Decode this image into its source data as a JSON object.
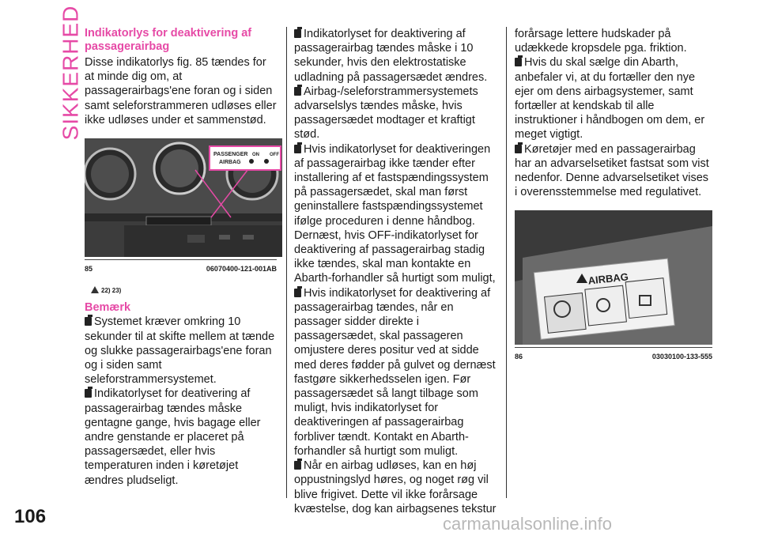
{
  "side_label": "SIKKERHED",
  "page_number": "106",
  "col1": {
    "heading": "Indikatorlys for deaktivering af passagerairbag",
    "intro": "Disse indikatorlys fig. 85 tændes for at minde dig om, at passagerairbags'ene foran og i siden samt seleforstrammeren udløses eller ikke udløses under et sammenstød.",
    "figure": {
      "number": "85",
      "code": "06070400-121-001AB",
      "label_passenger": "PASSENGER",
      "label_airbag": "AIRBAG",
      "label_on": "ON",
      "label_off": "OFF"
    },
    "refs": "22) 23)",
    "note_heading": "Bemærk",
    "notes": [
      "Systemet kræver omkring 10 sekunder til at skifte mellem at tænde og slukke passagerairbags'ene foran og i siden samt seleforstrammersystemet.",
      "Indikatorlyset for deativering af passagerairbag tændes måske gentagne gange, hvis bagage eller andre genstande er placeret på passagersædet, eller hvis temperaturen inden i køretøjet ændres pludseligt."
    ]
  },
  "col2": {
    "paragraphs": [
      "Indikatorlyset for deaktivering af passagerairbag tændes måske i 10 sekunder, hvis den elektrostatiske udladning på passagersædet ændres.",
      "Airbag-/seleforstrammersystemets advarselslys tændes måske, hvis passagersædet modtager et kraftigt stød.",
      "Hvis indikatorlyset for deaktiveringen af passagerairbag ikke tænder efter installering af et fastspændingssystem på passagersædet, skal man først geninstallere fastspændingssystemet ifølge proceduren i denne håndbog. Dernæst, hvis OFF-indikatorlyset for deaktivering af passagerairbag stadig ikke tændes, skal man kontakte en Abarth-forhandler så hurtigt som muligt,",
      "Hvis indikatorlyset for deaktivering af passagerairbag tændes, når en passager sidder direkte i passagersædet, skal passageren omjustere deres positur ved at sidde med deres fødder på gulvet og dernæst fastgøre sikkerhedsselen igen. Før passagersædet så langt tilbage som muligt, hvis indikatorlyset for deaktiveringen af passagerairbag forbliver tændt. Kontakt en Abarth-forhandler så hurtigt som muligt.",
      "Når en airbag udløses, kan en høj oppustningslyd høres, og noget røg vil blive frigivet. Dette vil ikke forårsage kvæstelse, dog kan airbagsenes tekstur"
    ]
  },
  "col3": {
    "continuation": "forårsage lettere hudskader på udækkede kropsdele pga. friktion.",
    "paragraphs": [
      "Hvis du skal sælge din Abarth, anbefaler vi, at du fortæller den nye ejer om dens airbagsystemer, samt fortæller at kendskab til alle instruktioner i håndbogen om dem, er meget vigtigt.",
      "Køretøjer med en passagerairbag har an advarselsetiket fastsat som vist nedenfor. Denne advarselsetiket vises i overensstemmelse med regulativet."
    ],
    "figure": {
      "number": "86",
      "code": "03030100-133-555",
      "label_airbag": "AIRBAG"
    }
  },
  "watermark": "carmanualsonline.info"
}
